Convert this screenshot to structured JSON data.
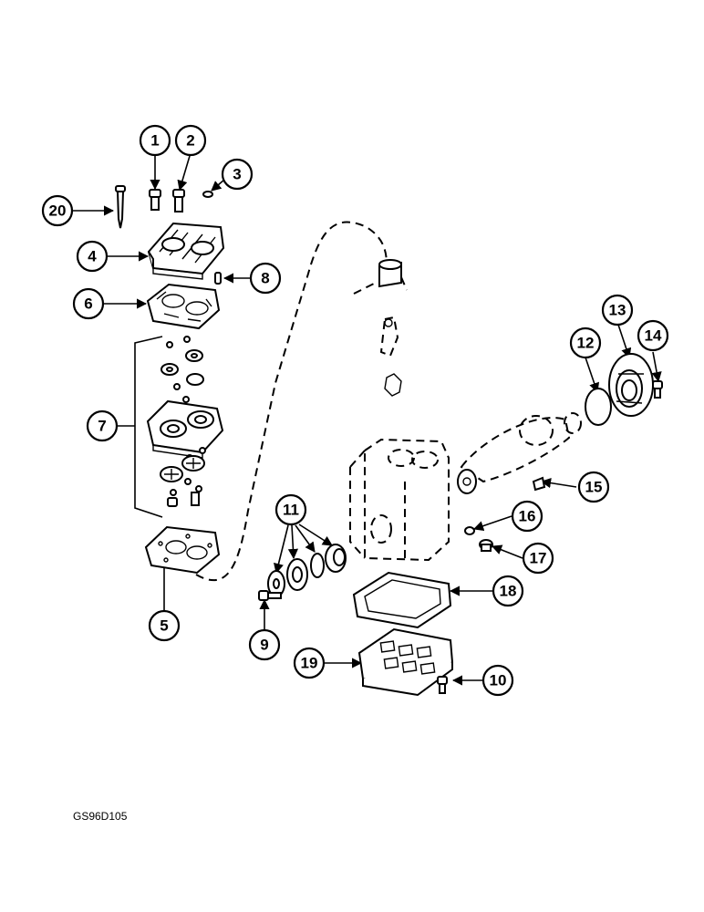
{
  "drawing_code": "GS96D105",
  "callouts": [
    {
      "id": "1",
      "label": "1"
    },
    {
      "id": "2",
      "label": "2"
    },
    {
      "id": "3",
      "label": "3"
    },
    {
      "id": "4",
      "label": "4"
    },
    {
      "id": "5",
      "label": "5"
    },
    {
      "id": "6",
      "label": "6"
    },
    {
      "id": "7",
      "label": "7"
    },
    {
      "id": "8",
      "label": "8"
    },
    {
      "id": "9",
      "label": "9"
    },
    {
      "id": "10",
      "label": "10"
    },
    {
      "id": "11",
      "label": "11"
    },
    {
      "id": "12",
      "label": "12"
    },
    {
      "id": "13",
      "label": "13"
    },
    {
      "id": "14",
      "label": "14"
    },
    {
      "id": "15",
      "label": "15"
    },
    {
      "id": "16",
      "label": "16"
    },
    {
      "id": "17",
      "label": "17"
    },
    {
      "id": "18",
      "label": "18"
    },
    {
      "id": "19",
      "label": "19"
    },
    {
      "id": "20",
      "label": "20"
    }
  ]
}
